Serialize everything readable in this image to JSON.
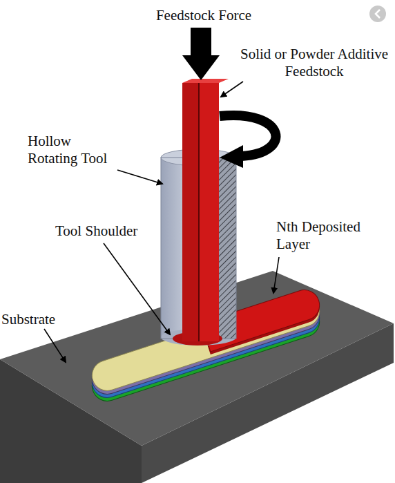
{
  "diagram": {
    "labels": [
      "Feedstock Force",
      "Solid or Powder Additive Feedstock",
      "Hollow Rotating Tool",
      "Tool Shoulder",
      "Nth Deposited Layer",
      "Substrate"
    ]
  }
}
